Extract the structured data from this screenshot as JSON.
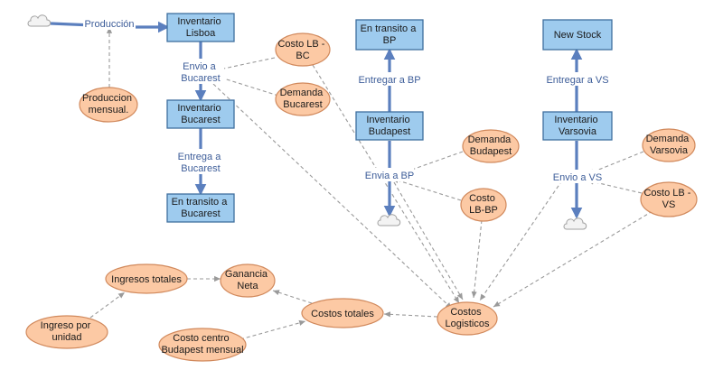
{
  "colors": {
    "stock_fill": "#9ecbee",
    "auxiliary_fill": "#fcc9a4",
    "flow_line": "#5b7fbe",
    "link_line": "#9a9a9a"
  },
  "stocks": {
    "inventario_lisboa": [
      "Inventario",
      "Lisboa"
    ],
    "inventario_bucarest": [
      "Inventario",
      "Bucarest"
    ],
    "en_transito_bucarest": [
      "En transito a",
      "Bucarest"
    ],
    "en_transito_bp": [
      "En transito a",
      "BP"
    ],
    "inventario_budapest": [
      "Inventario",
      "Budapest"
    ],
    "new_stock": [
      "New Stock"
    ],
    "inventario_varsovia": [
      "Inventario",
      "Varsovia"
    ]
  },
  "flows": {
    "produccion": [
      "Producción"
    ],
    "envio_bucarest": [
      "Envio a",
      "Bucarest"
    ],
    "entrega_bucarest": [
      "Entrega a",
      "Bucarest"
    ],
    "entregar_bp": [
      "Entregar a BP"
    ],
    "envia_bp": [
      "Envia a BP"
    ],
    "entregar_vs": [
      "Entregar a VS"
    ],
    "envio_vs": [
      "Envio a VS"
    ]
  },
  "auxiliaries": {
    "produccion_mensual": [
      "Produccion",
      "mensual."
    ],
    "costo_lb_bc": [
      "Costo LB -",
      "BC"
    ],
    "demanda_bucarest": [
      "Demanda",
      "Bucarest"
    ],
    "demanda_budapest": [
      "Demanda",
      "Budapest"
    ],
    "costo_lb_bp": [
      "Costo",
      "LB-BP"
    ],
    "demanda_varsovia": [
      "Demanda",
      "Varsovia"
    ],
    "costo_lb_vs": [
      "Costo LB -",
      "VS"
    ],
    "ingresos_totales": [
      "Ingresos totales"
    ],
    "ganancia_neta": [
      "Ganancia",
      "Neta"
    ],
    "costos_totales": [
      "Costos totales"
    ],
    "costos_logisticos": [
      "Costos",
      "Logisticos"
    ],
    "ingreso_por_unidad": [
      "Ingreso por",
      "unidad"
    ],
    "costo_centro_budapest": [
      "Costo centro",
      "Budapest mensual"
    ]
  }
}
